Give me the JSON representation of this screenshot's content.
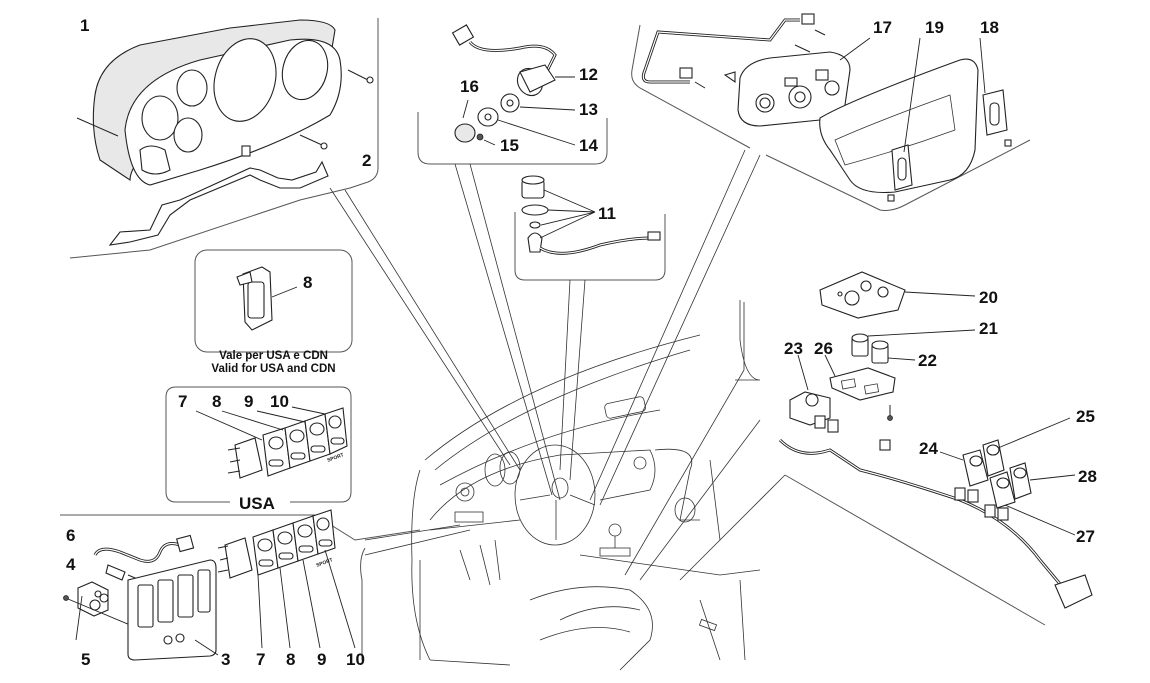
{
  "diagram": {
    "title": "Instrument panel, dashboard switches and control units - exploded parts view",
    "colors": {
      "line": "#222222",
      "frame": "#555555",
      "background": "#ffffff"
    },
    "callouts": [
      {
        "id": "1",
        "part": "instrument-cluster"
      },
      {
        "id": "2",
        "part": "cluster-screw"
      },
      {
        "id": "3",
        "part": "switch-panel-bezel"
      },
      {
        "id": "4",
        "part": "connector-socket"
      },
      {
        "id": "5",
        "part": "bezel-screw"
      },
      {
        "id": "6",
        "part": "wiring-harness"
      },
      {
        "id": "7",
        "part": "switch-7"
      },
      {
        "id": "8",
        "part": "switch-8"
      },
      {
        "id": "9",
        "part": "switch-9"
      },
      {
        "id": "10",
        "part": "sport-switch"
      },
      {
        "id": "11",
        "part": "lamp-holder-kit"
      },
      {
        "id": "12",
        "part": "ignition-lock"
      },
      {
        "id": "13",
        "part": "lock-ring"
      },
      {
        "id": "14",
        "part": "lock-flange"
      },
      {
        "id": "15",
        "part": "flange-screw"
      },
      {
        "id": "16",
        "part": "lock-cap"
      },
      {
        "id": "17",
        "part": "climate-control-unit"
      },
      {
        "id": "18",
        "part": "right-switch"
      },
      {
        "id": "19",
        "part": "left-switch"
      },
      {
        "id": "20",
        "part": "switch-cover-plate"
      },
      {
        "id": "21",
        "part": "push-button-21"
      },
      {
        "id": "22",
        "part": "push-button-22"
      },
      {
        "id": "23",
        "part": "mirror-control-switch"
      },
      {
        "id": "24",
        "part": "window-switch-24"
      },
      {
        "id": "25",
        "part": "window-switch-25"
      },
      {
        "id": "26",
        "part": "switch-bracket"
      },
      {
        "id": "27",
        "part": "window-switch-27"
      },
      {
        "id": "28",
        "part": "window-switch-28"
      }
    ],
    "usa_inset": {
      "label": "USA",
      "callouts": [
        "7",
        "8",
        "9",
        "10"
      ],
      "switch_markings": [
        "SPORT"
      ]
    },
    "cdn_inset": {
      "callout": "8",
      "caption_it": "Vale per USA e CDN",
      "caption_en": "Valid for USA and CDN"
    },
    "switch_markings": [
      "SPORT"
    ]
  }
}
